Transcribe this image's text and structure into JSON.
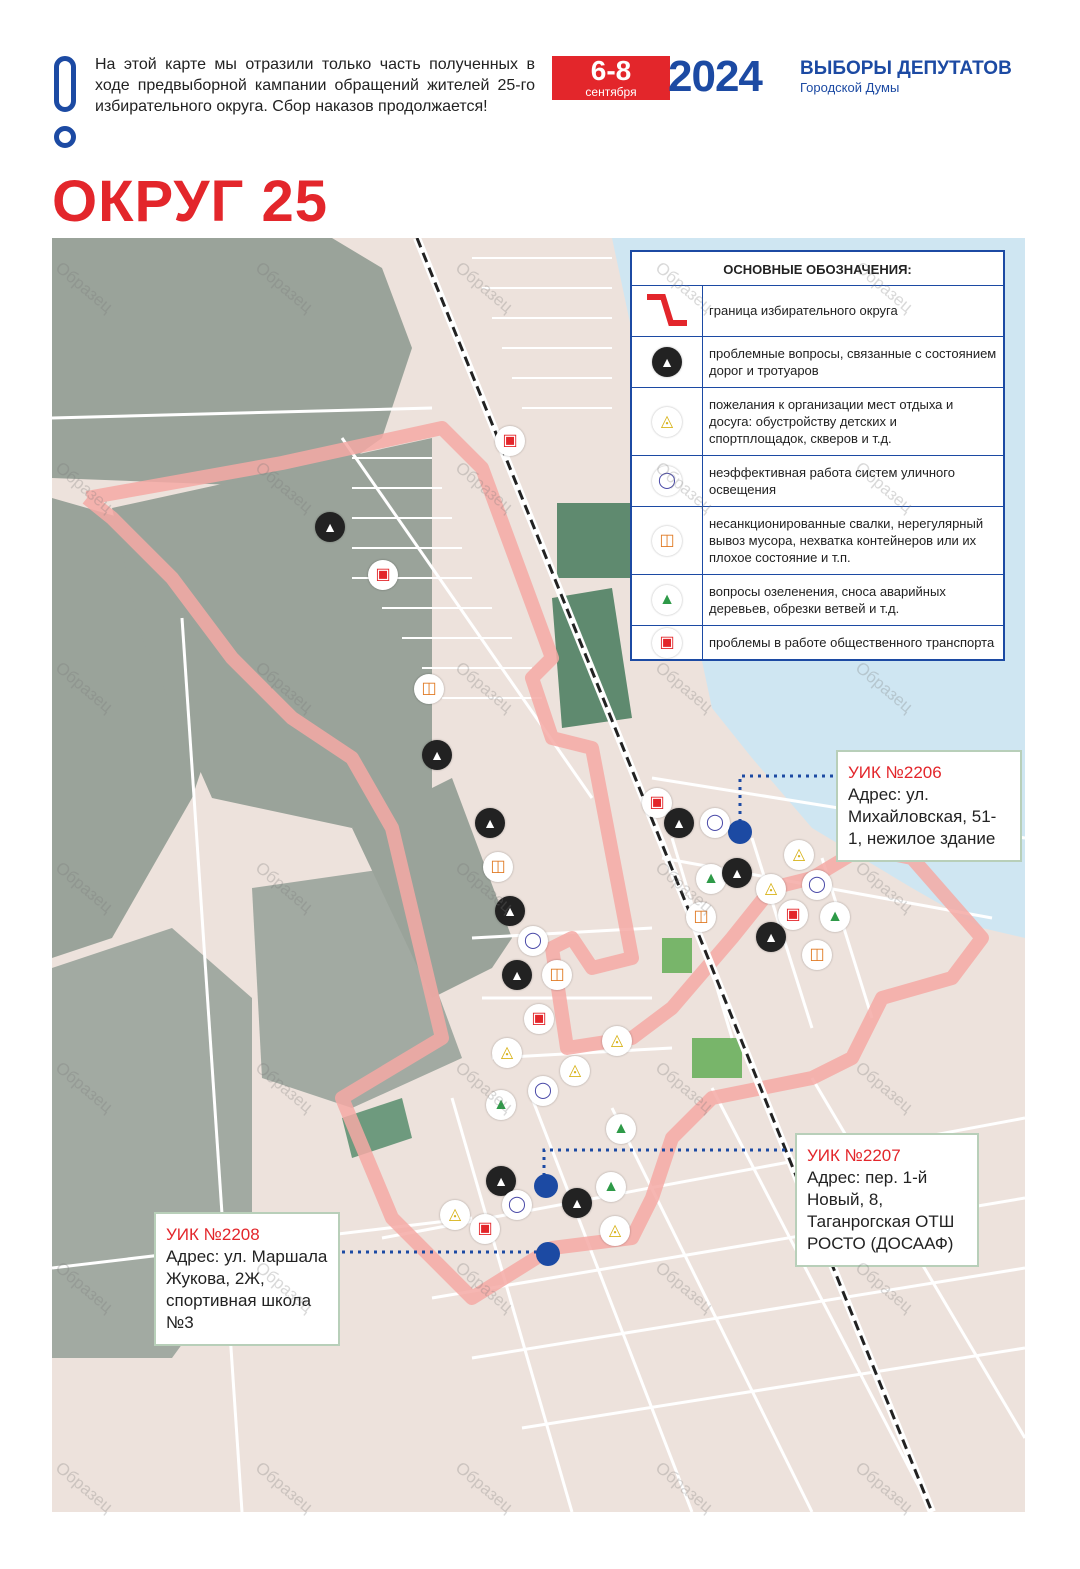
{
  "header": {
    "intro": "На этой карте мы отразили только часть полученных в ходе предвыборной кампании обращений жителей 25-го избирательного округа. Сбор наказов продолжается!",
    "dates": "6-8",
    "dates_month": "сентября",
    "year": "2024",
    "elections_title": "ВЫБОРЫ ДЕПУТАТОВ",
    "elections_subtitle": "Городской Думы",
    "district_title": "ОКРУГ 25"
  },
  "legend": {
    "title": "ОСНОВНЫЕ ОБОЗНАЧЕНИЯ:",
    "items": [
      {
        "icon": "boundary-line",
        "text": "граница избирательного округа"
      },
      {
        "icon": "road-icon",
        "text": "проблемные вопросы, связанные с состоянием дорог и тротуаров"
      },
      {
        "icon": "playground-icon",
        "text": "пожелания к организации мест отдыха и досуга: обустройству детских и спортплощадок, скверов и т.д."
      },
      {
        "icon": "streetlight-icon",
        "text": "неэффективная работа систем уличного освещения"
      },
      {
        "icon": "trash-icon",
        "text": "несанкционированные свалки, нерегулярный вывоз мусора, нехватка контейнеров или их плохое состояние и т.п."
      },
      {
        "icon": "tree-icon",
        "text": "вопросы озеленения, сноса аварийных деревьев, обрезки ветвей и т.д."
      },
      {
        "icon": "bus-icon",
        "text": "проблемы в работе общественного транспорта"
      }
    ]
  },
  "stations": [
    {
      "title": "УИК №2206",
      "address": "Адрес: ул. Михайловская, 51-1, нежилое здание"
    },
    {
      "title": "УИК №2207",
      "address": "Адрес: пер. 1-й Новый, 8, Таганрогская ОТШ РОСТО (ДОСААФ)"
    },
    {
      "title": "УИК №2208",
      "address": "Адрес: ул. Маршала Жукова, 2Ж, спортивная школа №3"
    }
  ],
  "watermark": "Образец",
  "colors": {
    "accent_red": "#e3262b",
    "brand_blue": "#1c4aa3",
    "boundary_pink": "#f4a9a4",
    "park_gray": "#9aa39a"
  }
}
